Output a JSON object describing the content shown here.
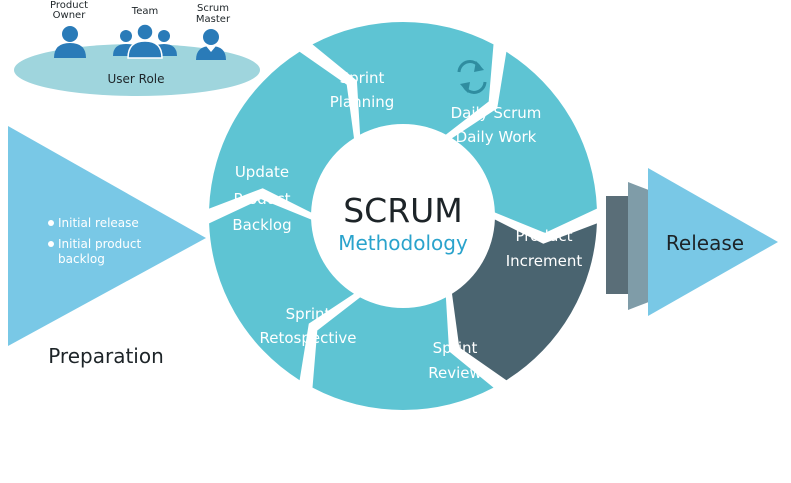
{
  "colors": {
    "segment_light": "#5ec4d3",
    "segment_dark": "#4a6470",
    "hub": "#ffffff",
    "arrow_light": "#79c8e6",
    "arrow_dark": "#4a6470",
    "text_dark": "#1d2428",
    "text_accent": "#2aa3cc",
    "user_role_ellipse": "#9fd5dd",
    "person_icon": "#2a7bb8"
  },
  "user_role": {
    "label": "User Role",
    "roles": [
      {
        "line1": "Product",
        "line2": "Owner",
        "icon": "person-icon"
      },
      {
        "line1": "Team",
        "line2": "",
        "icon": "group-icon"
      },
      {
        "line1": "Scrum",
        "line2": "Master",
        "icon": "person-tie-icon"
      }
    ]
  },
  "preparation": {
    "title": "Preparation",
    "bullets": [
      {
        "line1": "Initial release",
        "line2": ""
      },
      {
        "line1": "Initial product",
        "line2": "backlog"
      }
    ]
  },
  "hub": {
    "title": "SCRUM",
    "subtitle": "Methodology"
  },
  "segments": [
    {
      "line1": "Sprint",
      "line2": "Planning"
    },
    {
      "line1": "Daily Scrum",
      "line2": "Daily Work",
      "icon": "refresh-icon"
    },
    {
      "line1": "Product",
      "line2": "Increment"
    },
    {
      "line1": "Sprint",
      "line2": "Review"
    },
    {
      "line1": "Sprint",
      "line2": "Retospective"
    },
    {
      "line1": "Update",
      "line2": "Product",
      "line3": "Backlog"
    }
  ],
  "release": {
    "title": "Release"
  }
}
